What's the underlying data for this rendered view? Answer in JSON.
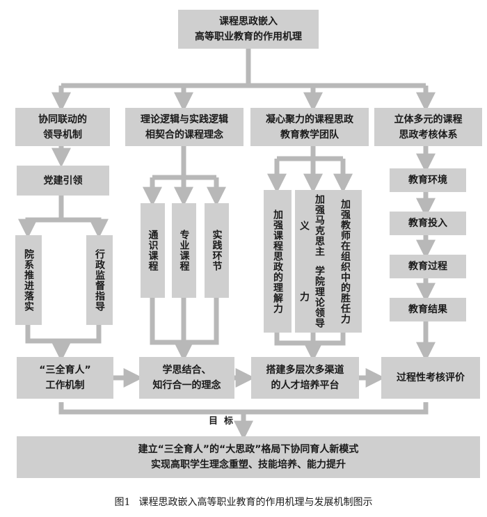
{
  "title_box": {
    "line1": "课程思政嵌入",
    "line2": "高等职业教育的作用机理"
  },
  "columns": [
    {
      "header_line1": "协同联动的",
      "header_line2": "领导机制"
    },
    {
      "header_line1": "理论逻辑与实践逻辑",
      "header_line2": "相契合的课程理念"
    },
    {
      "header_line1": "凝心聚力的课程思政",
      "header_line2": "教育教学团队"
    },
    {
      "header_line1": "立体多元的课程",
      "header_line2": "思政考核体系"
    }
  ],
  "col1": {
    "party": "党建引领",
    "sub_a": "院系推进落实",
    "sub_b": "行政监督指导"
  },
  "col2": {
    "items": [
      "通识课程",
      "专业课程",
      "实践环节"
    ]
  },
  "col3": {
    "item_a": "加强课程思政的理解力",
    "item_b_col1": "加强马克思主义",
    "item_b_col2": "学院理论领导力",
    "item_c_col1": "加强教师在组",
    "item_c_col2": "织中的胜任力"
  },
  "col4": {
    "steps": [
      "教育环境",
      "教育投入",
      "教育过程",
      "教育结果"
    ]
  },
  "results": [
    {
      "line1": "“三全育人”",
      "line2": "工作机制"
    },
    {
      "line1": "学思结合、",
      "line2": "知行合一的理念"
    },
    {
      "line1": "搭建多层次多渠道",
      "line2": "的人才培养平台"
    },
    {
      "line1": "过程性考核评价",
      "line2": ""
    }
  ],
  "goal_label": "目  标",
  "goal_box": {
    "line1": "建立“三全育人”的“大思政”格局下协同育人新模式",
    "line2": "实现高职学生理念重塑、技能培养、能力提升"
  },
  "caption": {
    "fig": "图1",
    "text": "课程思政嵌入高等职业教育的作用机理与发展机制图示"
  },
  "colors": {
    "box_fill": "#cfcfcf",
    "arrow": "#b8b8b8",
    "text": "#1a1a1a"
  }
}
